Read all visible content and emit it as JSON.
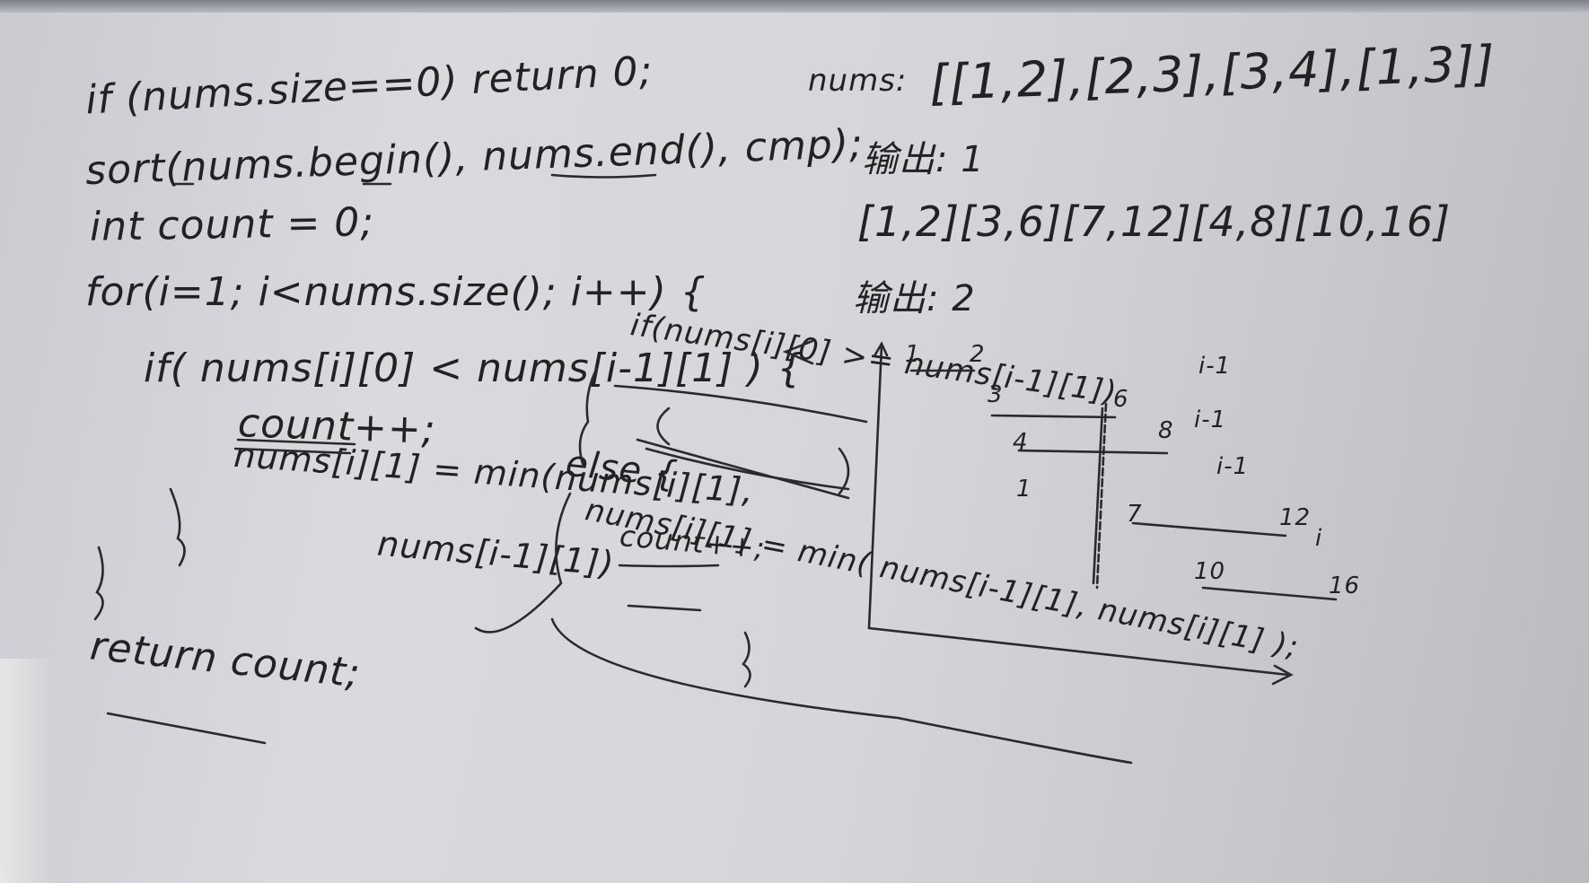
{
  "code": {
    "line1": "if (nums.size==0) return 0;",
    "line2": "sort(nums.begin(), nums.end(), cmp);",
    "line3": "int count = 0;",
    "line4": "for(i=1; i<nums.size(); i++) {",
    "line5": "if( nums[i][0] < nums[i-1][1] ) {",
    "line6": "count++;",
    "line7": "nums[i][1] = min(nums[i][1],",
    "line8": "nums[i-1][1])",
    "line9": "return count;",
    "alt_if": "if(nums[i][0] >= nums[i-1][1])",
    "else_kw": "else {",
    "else_count": "count++;",
    "else_assign": "nums[i][1] = min( nums[i-1][1], nums[i][1] );"
  },
  "examples": {
    "label_nums": "nums:",
    "input1": "[[1,2],[2,3],[3,4],[1,3]]",
    "output1": "输出: 1",
    "input2": "[1,2][3,6][7,12][4,8][10,16]",
    "output2": "输出: 2"
  },
  "diagram": {
    "labels": {
      "n1": "1",
      "n2": "2",
      "n3": "3",
      "n6": "6",
      "n4": "4",
      "n8": "8",
      "n1b": "1",
      "n7": "7",
      "n12": "12",
      "n10": "10",
      "n16": "16",
      "r1": "i-1",
      "r2": "i-1",
      "r3": "i-1",
      "r4": "i"
    }
  }
}
